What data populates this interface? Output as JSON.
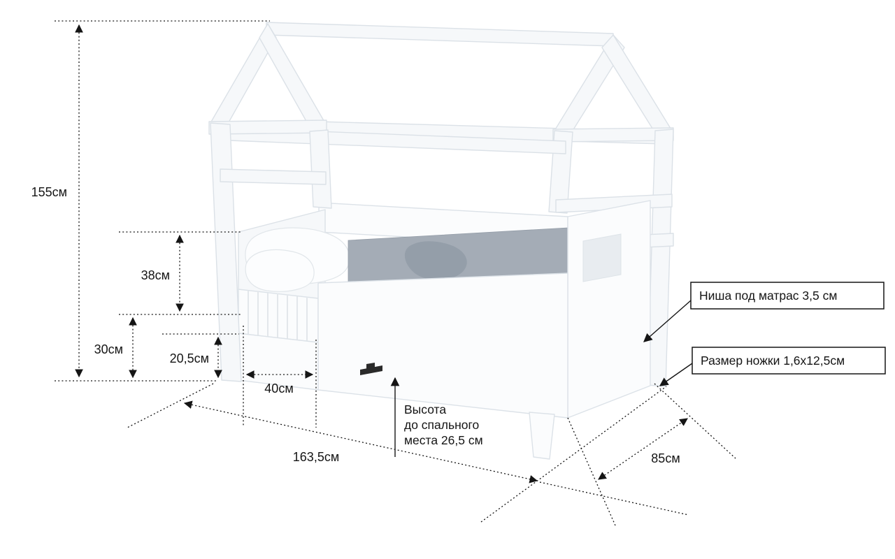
{
  "diagram": {
    "dimensions": {
      "total_height": "155см",
      "rail_above_base": "38см",
      "base_height": "30см",
      "niche_front_height": "20,5см",
      "entry_width": "40см",
      "length": "163,5см",
      "depth": "85см"
    },
    "sleep_note": {
      "line1": "Высота",
      "line2": "до спального",
      "line3": "места 26,5 см"
    },
    "callouts": {
      "mattress_niche": "Ниша под матрас 3,5 см",
      "leg_size": "Размер ножки 1,6x12,5см"
    },
    "colors": {
      "outline": "#151515",
      "frame_fill": "#f6f8fa",
      "frame_stroke": "#dbe1e7",
      "panel_fill": "#fbfcfd",
      "blanket": "#a4acb6",
      "background": "#ffffff"
    }
  }
}
